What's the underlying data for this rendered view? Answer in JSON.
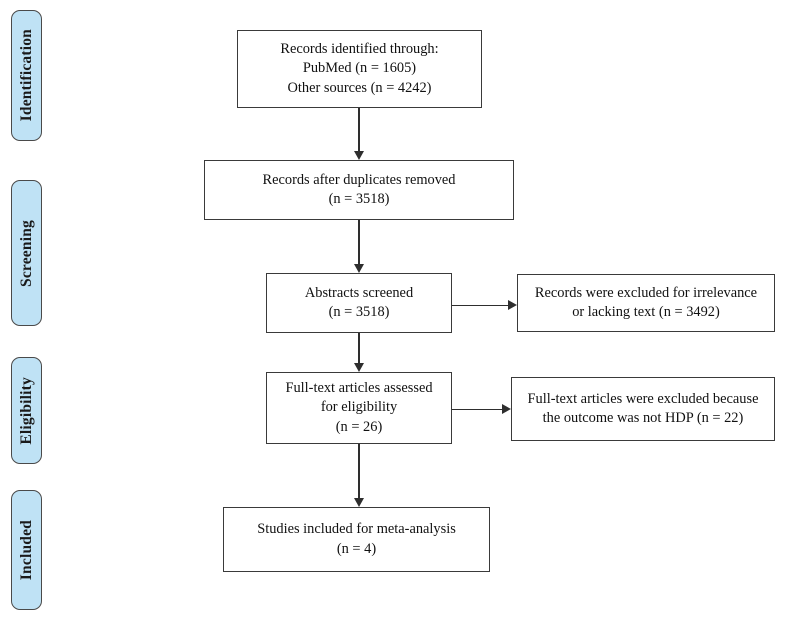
{
  "diagram": {
    "type": "prisma-flow-diagram",
    "stages": [
      {
        "id": "identification",
        "label": "Identification"
      },
      {
        "id": "screening",
        "label": "Screening"
      },
      {
        "id": "eligibility",
        "label": "Eligibility"
      },
      {
        "id": "included",
        "label": "Included"
      }
    ],
    "boxes": [
      {
        "id": "records-identified",
        "stage": "identification",
        "text": "Records identified through:\nPubMed (n = 1605)\nOther sources (n = 4242)"
      },
      {
        "id": "records-after-duplicates",
        "stage": "identification",
        "text": "Records after duplicates removed\n(n = 3518)"
      },
      {
        "id": "abstracts-screened",
        "stage": "screening",
        "text": "Abstracts screened\n(n = 3518)"
      },
      {
        "id": "records-excluded",
        "stage": "screening",
        "text": "Records were excluded for irrelevance\nor lacking text (n = 3492)"
      },
      {
        "id": "fulltext-assessed",
        "stage": "eligibility",
        "text": "Full-text articles assessed\nfor eligibility\n(n = 26)"
      },
      {
        "id": "fulltext-excluded",
        "stage": "eligibility",
        "text": "Full-text articles were excluded because\nthe outcome was not HDP (n = 22)"
      },
      {
        "id": "studies-included",
        "stage": "included",
        "text": "Studies included for meta-analysis\n(n = 4)"
      }
    ],
    "counts": {
      "pubmed": 1605,
      "other_sources": 4242,
      "after_duplicates": 3518,
      "abstracts_screened": 3518,
      "records_excluded": 3492,
      "fulltext_assessed": 26,
      "fulltext_excluded": 22,
      "studies_included": 4
    },
    "colors": {
      "stage_tab_fill": "#bfe2f5",
      "stage_tab_border": "#4a4a4a",
      "box_border": "#3a3a3a",
      "connector": "#2e2e2e",
      "background": "#ffffff",
      "text": "#111111"
    }
  }
}
